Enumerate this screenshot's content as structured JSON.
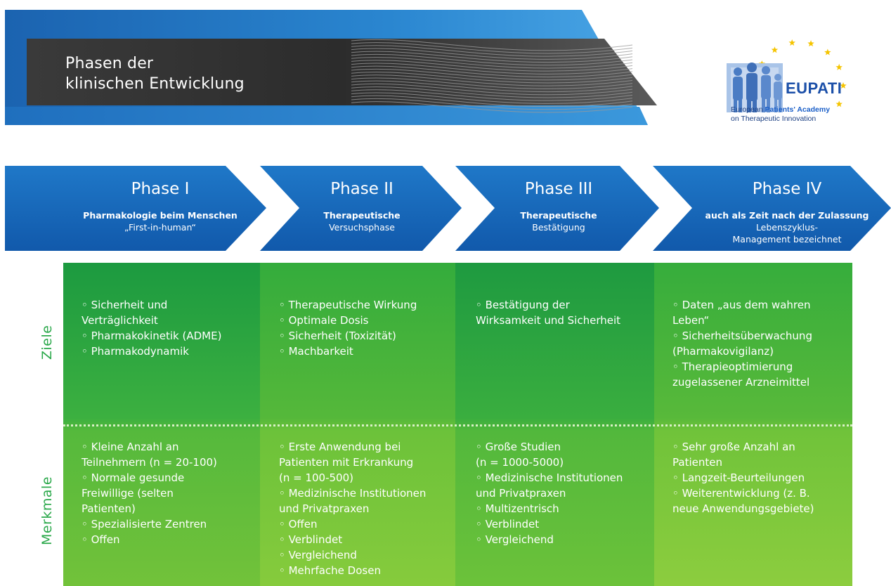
{
  "banner": {
    "title_line1": "Phasen der",
    "title_line2": "klinischen Entwicklung"
  },
  "logo": {
    "name": "EUPATI",
    "sub_line1_a": "European ",
    "sub_line1_b": "Patients' Academy",
    "sub_line2": "on Therapeutic Innovation"
  },
  "phases": [
    {
      "name": "Phase I",
      "sub1": "Pharmakologie beim Menschen",
      "sub2": "„First-in-human“",
      "sub3": ""
    },
    {
      "name": "Phase II",
      "sub1": "Therapeutische",
      "sub2": "Versuchsphase",
      "sub3": ""
    },
    {
      "name": "Phase III",
      "sub1": "Therapeutische",
      "sub2": "Bestätigung",
      "sub3": ""
    },
    {
      "name": "Phase IV",
      "sub1": "auch als Zeit nach der Zulassung",
      "sub2": "Lebenszyklus-",
      "sub3": "Management bezeichnet"
    }
  ],
  "row_labels": {
    "ziele": "Ziele",
    "merkmale": "Merkmale"
  },
  "ziele": [
    [
      "◦ Sicherheit und",
      "Verträglichkeit",
      "◦ Pharmakokinetik (ADME)",
      "◦ Pharmakodynamik"
    ],
    [
      "◦ Therapeutische Wirkung",
      "◦ Optimale Dosis",
      "◦ Sicherheit (Toxizität)",
      "◦ Machbarkeit"
    ],
    [
      "◦ Bestätigung der",
      "Wirksamkeit und Sicherheit"
    ],
    [
      "◦ Daten „aus dem wahren",
      "Leben“",
      "◦ Sicherheitsüberwachung",
      "(Pharmakovigilanz)",
      "◦ Therapieoptimierung",
      "zugelassener Arzneimittel"
    ]
  ],
  "merkmale": [
    [
      "◦ Kleine Anzahl an",
      "Teilnehmern (n = 20-100)",
      "◦ Normale gesunde",
      "Freiwillige (selten",
      "Patienten)",
      "◦ Spezialisierte Zentren",
      "◦ Offen"
    ],
    [
      "◦ Erste Anwendung bei",
      "Patienten mit Erkrankung",
      "(n = 100-500)",
      "◦ Medizinische Institutionen",
      "und Privatpraxen",
      "◦ Offen",
      "◦ Verblindet",
      "◦ Vergleichend",
      "◦ Mehrfache Dosen"
    ],
    [
      "◦ Große Studien",
      "(n = 1000-5000)",
      "◦ Medizinische Institutionen",
      "und Privatpraxen",
      "◦ Multizentrisch",
      "◦ Verblindet",
      "◦ Vergleichend"
    ],
    [
      "◦ Sehr große Anzahl an",
      "Patienten",
      "◦ Langzeit-Beurteilungen",
      "◦ Weiterentwicklung (z. B.",
      "neue Anwendungsgebiete)"
    ]
  ],
  "colors": {
    "banner_blue": "#1a72c0",
    "banner_dark": "#333333",
    "arrow_blue": "#1565b8",
    "label_green": "#2aa84a",
    "star_yellow": "#f5c400"
  }
}
